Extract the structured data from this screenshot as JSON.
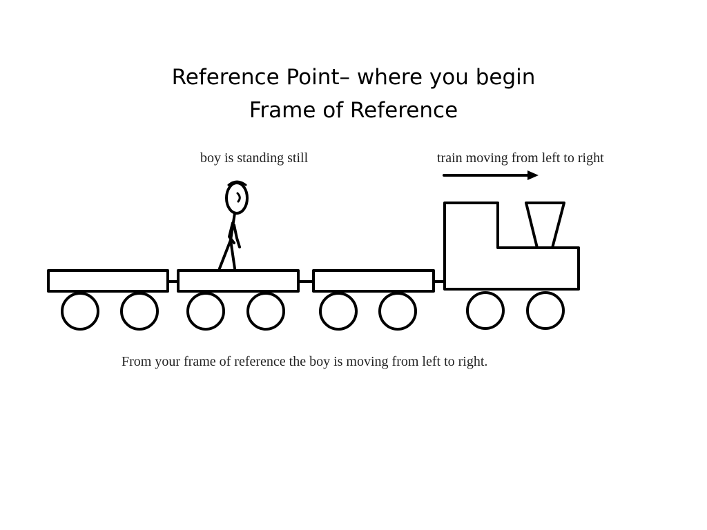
{
  "slide": {
    "title_line1": "Reference Point– where you begin",
    "title_line2": "Frame of Reference"
  },
  "diagram": {
    "label_boy": "boy is standing still",
    "label_train": "train moving from left to right",
    "caption": "From your frame of reference the boy is moving from left to right."
  }
}
